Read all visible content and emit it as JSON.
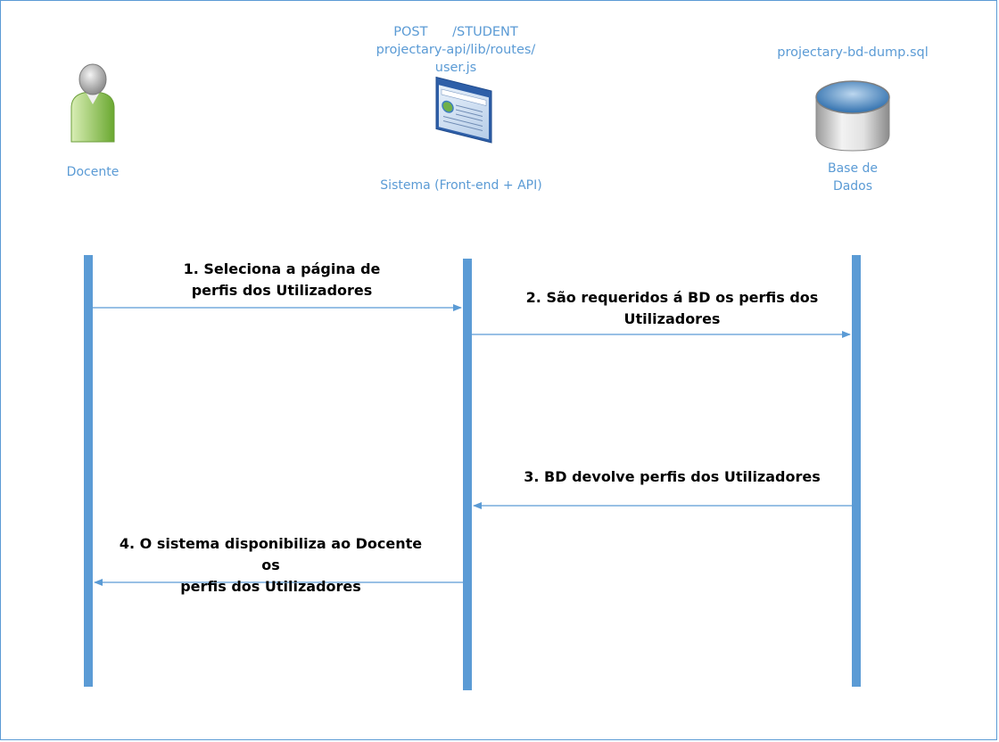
{
  "actors": {
    "docente": {
      "label": "Docente"
    },
    "sistema": {
      "label": "Sistema (Front-end + API)",
      "note_line1": "POST      /STUDENT",
      "note_line2": "projectary-api/lib/routes/",
      "note_line3": "user.js"
    },
    "bd": {
      "label_line1": "Base de",
      "label_line2": "Dados",
      "note": "projectary-bd-dump.sql"
    }
  },
  "messages": [
    {
      "line1": "1. Seleciona a página de",
      "line2": "perfis dos Utilizadores"
    },
    {
      "line1": "2. São requeridos á BD os perfis dos",
      "line2": "Utilizadores"
    },
    {
      "line1": "3. BD devolve perfis dos Utilizadores"
    },
    {
      "line1": "4. O sistema disponibiliza ao Docente os",
      "line2": "perfis dos Utilizadores"
    }
  ],
  "colors": {
    "accent": "#5b9bd5",
    "text": "#000000"
  },
  "icons": {
    "docente": "user-person-icon",
    "sistema": "browser-window-icon",
    "bd": "database-cylinder-icon"
  }
}
